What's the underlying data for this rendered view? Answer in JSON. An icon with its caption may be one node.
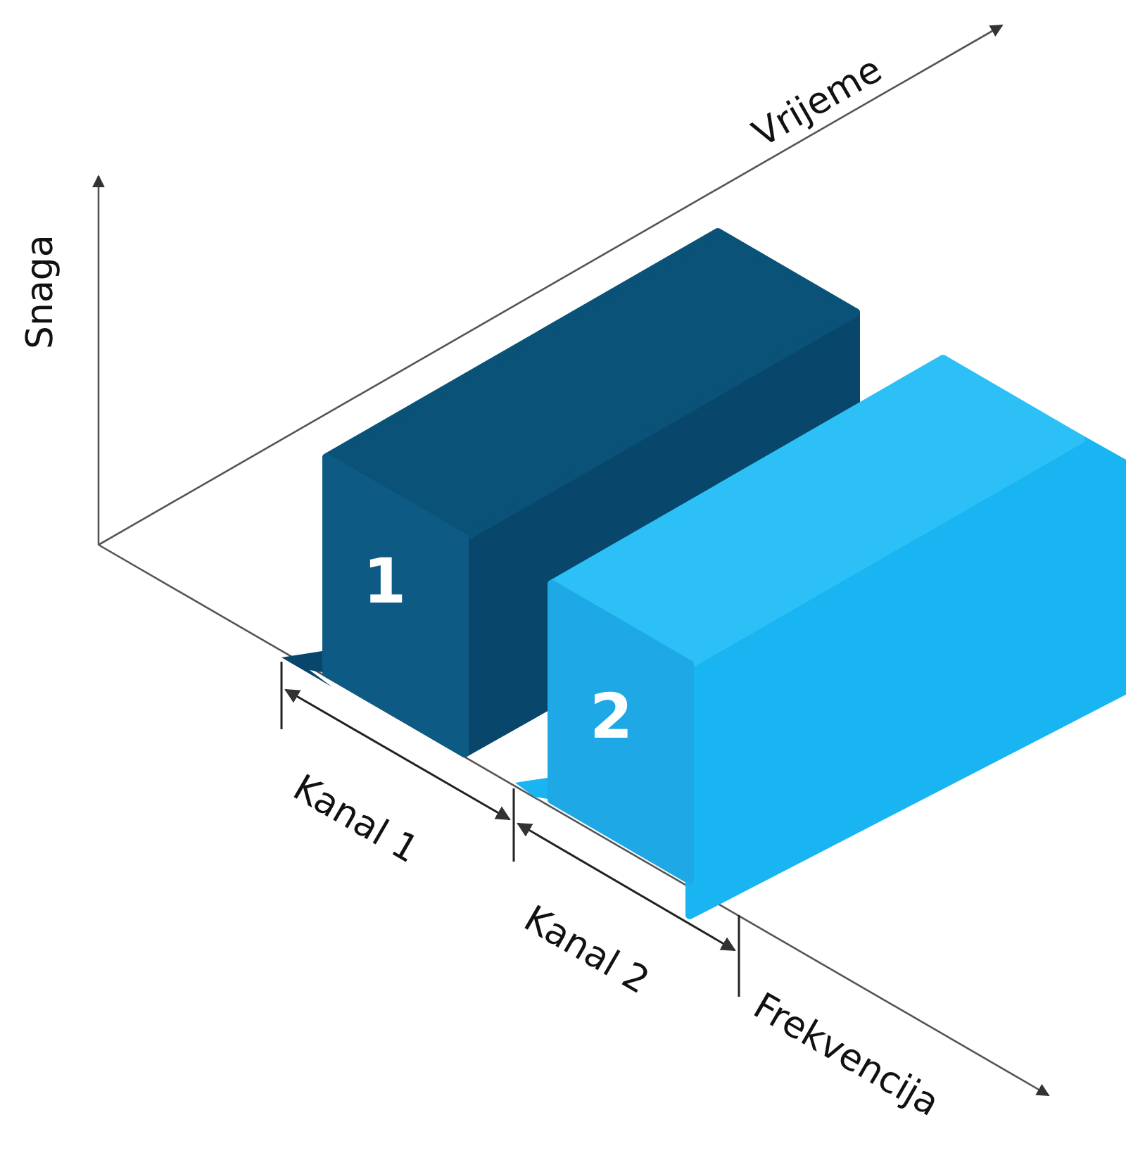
{
  "diagram": {
    "nodes": [
      {
        "text": [
          "1"
        ]
      },
      {
        "text": [
          "2"
        ]
      }
    ],
    "labels": [
      "Vrijeme",
      "Snaga",
      "Kanal 1",
      "Kanal 2",
      "Frekvencija"
    ]
  }
}
